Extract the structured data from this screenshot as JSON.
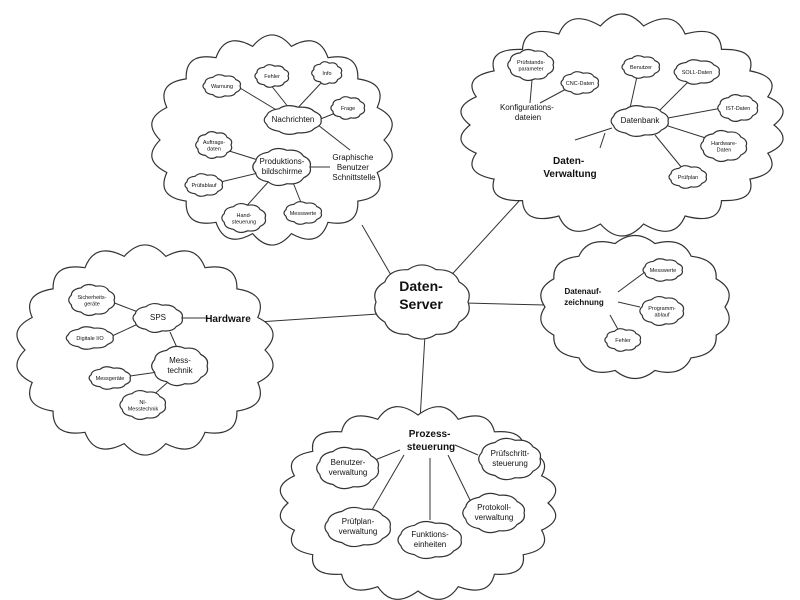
{
  "center": {
    "lines": [
      "Daten-",
      "Server"
    ]
  },
  "gui": {
    "title": [
      "Graphische",
      "Benutzer",
      "Schnittstelle"
    ],
    "nachrichten": "Nachrichten",
    "produktion": [
      "Produktions-",
      "bildschirme"
    ],
    "n_items": [
      "Warnung",
      "Fehler",
      "Info",
      "Frage"
    ],
    "p_items": [
      [
        "Auftrags-",
        "daten"
      ],
      [
        "Prüfablauf"
      ],
      [
        "Hand-",
        "steuerung"
      ],
      [
        "Messwerte"
      ]
    ]
  },
  "datenverwaltung": {
    "title": [
      "Daten-",
      "Verwaltung"
    ],
    "konfig": [
      "Konfigurations-",
      "dateien"
    ],
    "datenbank": "Datenbank",
    "k_items": [
      [
        "Prüfstands-",
        "parameter"
      ],
      [
        "CNC-Daten"
      ]
    ],
    "db_items": [
      [
        "Benutzer"
      ],
      [
        "SOLL-Daten"
      ],
      [
        "IST-Daten"
      ],
      [
        "Hardware-",
        "Daten"
      ],
      [
        "Prüfplan"
      ]
    ]
  },
  "datenaufzeichnung": {
    "title": [
      "Datenauf-",
      "zeichnung"
    ],
    "items": [
      [
        "Messwerte"
      ],
      [
        "Programm-",
        "ablauf"
      ],
      [
        "Fehler"
      ]
    ]
  },
  "hardware": {
    "title": "Hardware",
    "sps": "SPS",
    "messtechnik": [
      "Mess-",
      "technik"
    ],
    "sps_items": [
      [
        "Sicherheits-",
        "geräte"
      ],
      [
        "Digitale I/O"
      ]
    ],
    "mt_items": [
      [
        "Messgeräte"
      ],
      [
        "NI-",
        "Messtechnik"
      ]
    ]
  },
  "prozess": {
    "title": [
      "Prozess-",
      "steuerung"
    ],
    "items": [
      [
        "Benutzer-",
        "verwaltung"
      ],
      [
        "Prüfschritt-",
        "steuerung"
      ],
      [
        "Prüfplan-",
        "verwaltung"
      ],
      [
        "Funktions-",
        "einheiten"
      ],
      [
        "Protokoll-",
        "verwaltung"
      ]
    ]
  }
}
